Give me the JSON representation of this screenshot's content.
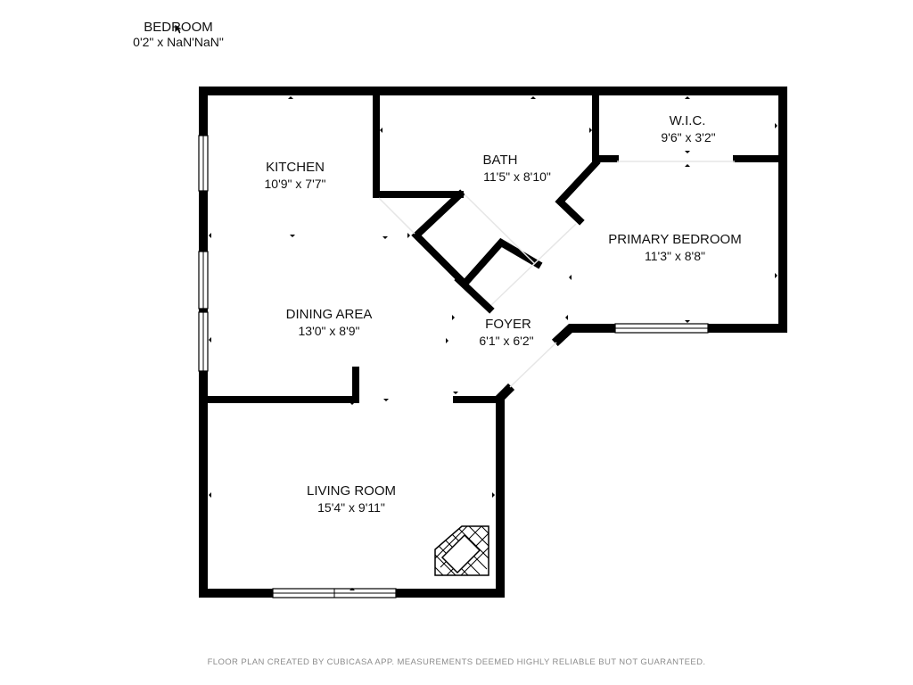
{
  "rooms": {
    "bedroom_top": {
      "name": "BEDROOM",
      "dimensions": "0'2\" x NaN'NaN\""
    },
    "kitchen": {
      "name": "KITCHEN",
      "dimensions": "10'9\" x 7'7\""
    },
    "bath": {
      "name": "BATH",
      "dimensions": "11'5\" x 8'10\""
    },
    "wic": {
      "name": "W.I.C.",
      "dimensions": "9'6\" x 3'2\""
    },
    "primary_bedroom": {
      "name": "PRIMARY BEDROOM",
      "dimensions": "11'3\" x 8'8\""
    },
    "dining_area": {
      "name": "DINING AREA",
      "dimensions": "13'0\" x 8'9\""
    },
    "foyer": {
      "name": "FOYER",
      "dimensions": "6'1\" x 6'2\""
    },
    "living_room": {
      "name": "LIVING ROOM",
      "dimensions": "15'4\" x 9'11\""
    }
  },
  "footer": {
    "disclaimer": "FLOOR PLAN CREATED BY CUBICASA APP. MEASUREMENTS DEEMED HIGHLY RELIABLE BUT NOT GUARANTEED."
  },
  "colors": {
    "wall": "#000000",
    "background": "#ffffff",
    "footer_text": "#8c8c8c"
  }
}
